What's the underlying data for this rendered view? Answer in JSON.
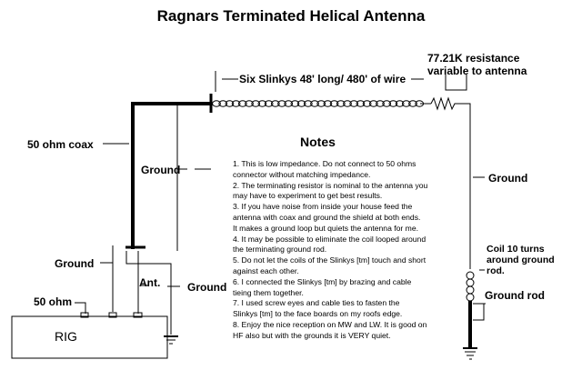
{
  "title": "Ragnars Terminated Helical Antenna",
  "labels": {
    "slinkys": "Six Slinkys 48' long/ 480' of wire",
    "resistance_line1": "77.21K resistance",
    "resistance_line2": "variable to antenna",
    "coax": "50 ohm coax",
    "ground_mid": "Ground",
    "ground_right": "Ground",
    "ground_left": "Ground",
    "ground_bottom": "Ground",
    "ant": "Ant.",
    "fifty_ohm": "50 ohm",
    "rig": "RIG",
    "coil_line1": "Coil 10 turns",
    "coil_line2": "around ground",
    "coil_line3": "rod.",
    "ground_rod": "Ground rod"
  },
  "notes": {
    "title": "Notes",
    "lines": [
      "1. This is low impedance. Do not connect to 50 ohms",
      "connector without matching impedance.",
      "2. The terminating resistor is nominal to the antenna you",
      "may have to experiment to get best results.",
      "3. If you have noise from inside your house feed the",
      "antenna with coax and ground the shield at both ends.",
      "It makes a ground loop but quiets the antenna for me.",
      "4. It may be possible to eliminate the coil looped around",
      "the terminating ground rod.",
      "5. Do not let the coils of the Slinkys [tm] touch and short",
      "against each other.",
      "6. I connected the Slinkys [tm] by brazing and cable",
      "tieing them together.",
      "7. I used screw eyes and cable ties to fasten the",
      "Slinkys [tm] to the face boards on my roofs edge.",
      "8. Enjoy the nice reception on MW and LW. It is good on",
      "HF also but with the grounds it is VERY quiet."
    ]
  }
}
